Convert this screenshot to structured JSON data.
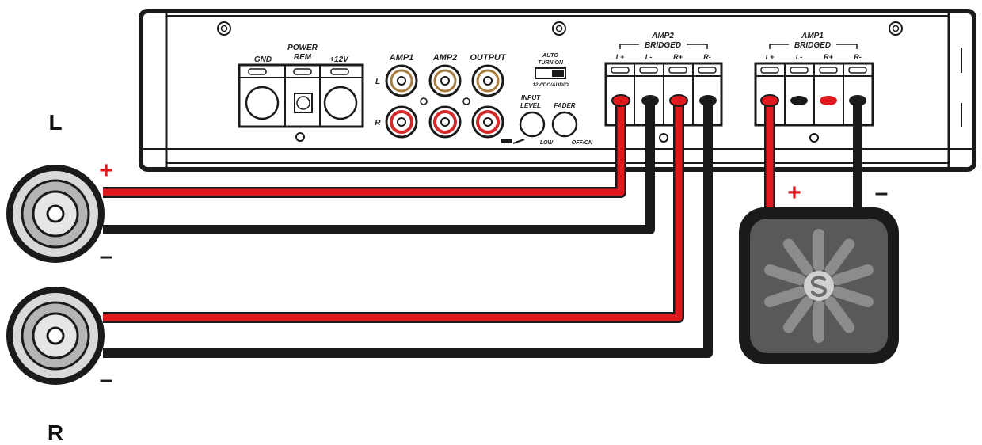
{
  "side_labels": {
    "left": "L",
    "right": "R"
  },
  "polarity": {
    "plus": "+",
    "minus": "–"
  },
  "amplifier": {
    "power_block": {
      "gnd": "GND",
      "power_line1": "POWER",
      "power_line2": "REM",
      "plus12v": "+12V"
    },
    "rca": {
      "amp1": "AMP1",
      "amp2": "AMP2",
      "output": "OUTPUT",
      "row_l": "L",
      "row_r": "R"
    },
    "switch": {
      "line1": "AUTO",
      "line2": "TURN ON",
      "line3": "12V/DC/AUDIO"
    },
    "knobs": {
      "input_line1": "INPUT",
      "input_line2": "LEVEL",
      "fader": "FADER",
      "low": "LOW",
      "off_on": "OFF/ON"
    },
    "amp2_terminals": {
      "title": "AMP2",
      "subtitle": "BRIDGED",
      "pins": [
        "L+",
        "L-",
        "R+",
        "R-"
      ]
    },
    "amp1_terminals": {
      "title": "AMP1",
      "subtitle": "BRIDGED",
      "pins": [
        "L+",
        "L-",
        "R+",
        "R-"
      ]
    }
  },
  "colors": {
    "positive_wire": "#e0191f",
    "negative_wire": "#1a1a1a",
    "outline": "#1a1a1a"
  },
  "icons": {
    "subwoofer_logo": "s-logo-icon",
    "speaker": "speaker-icon"
  }
}
